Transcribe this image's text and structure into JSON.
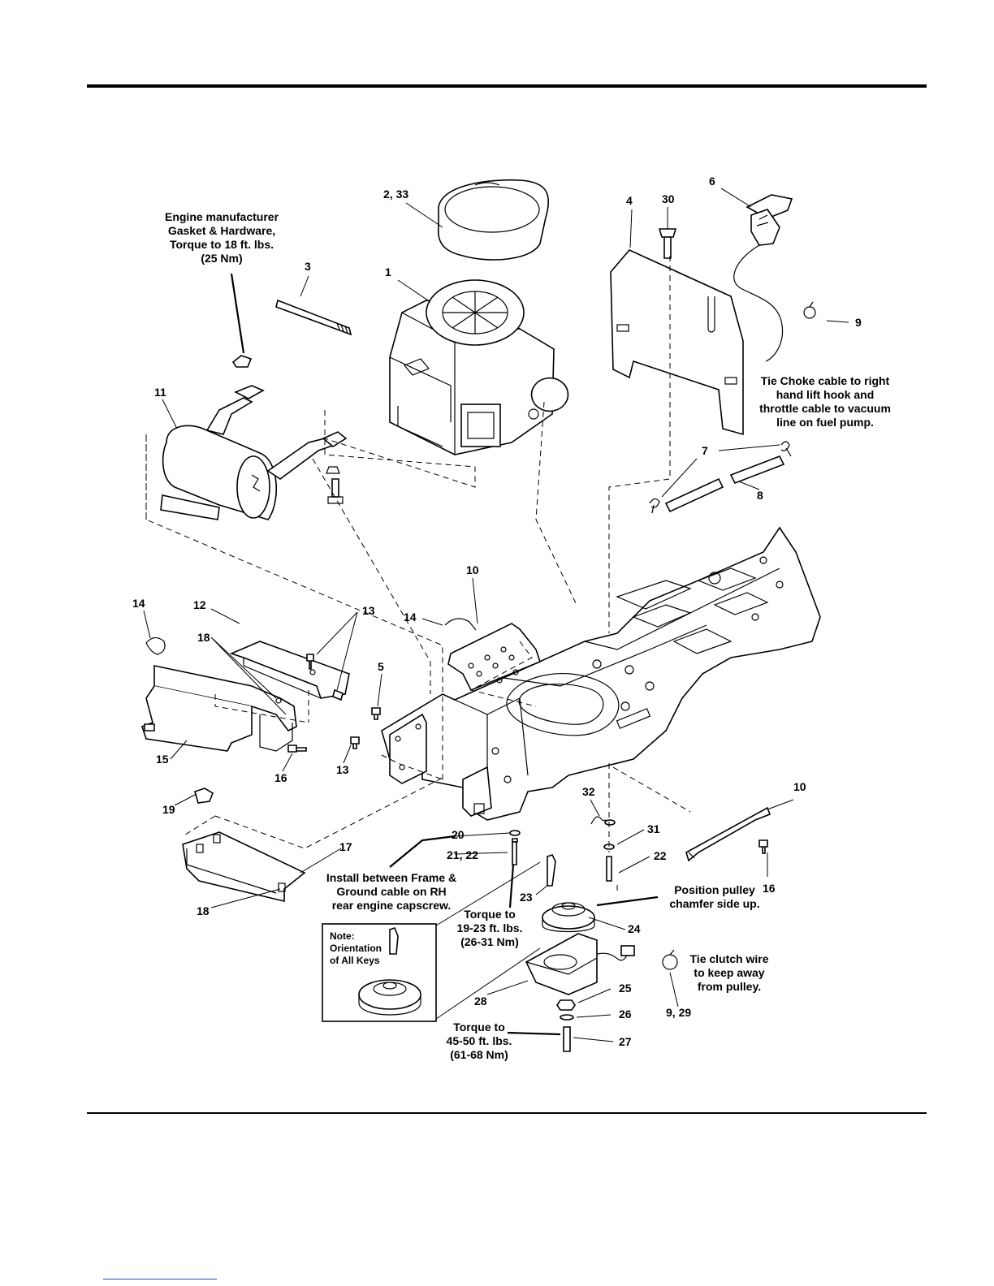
{
  "callouts": {
    "c_2_33": "2, 33",
    "c_1": "1",
    "c_3": "3",
    "c_4": "4",
    "c_30": "30",
    "c_6": "6",
    "c_9": "9",
    "c_11": "11",
    "c_7": "7",
    "c_8": "8",
    "c_10a": "10",
    "c_14a": "14",
    "c_14b": "14",
    "c_12": "12",
    "c_13a": "13",
    "c_18a": "18",
    "c_5": "5",
    "c_13b": "13",
    "c_15": "15",
    "c_16a": "16",
    "c_19": "19",
    "c_17": "17",
    "c_18b": "18",
    "c_20": "20",
    "c_21_22": "21, 22",
    "c_32": "32",
    "c_31": "31",
    "c_22": "22",
    "c_23": "23",
    "c_24": "24",
    "c_28": "28",
    "c_25": "25",
    "c_26": "26",
    "c_27": "27",
    "c_9_29": "9, 29",
    "c_10b": "10",
    "c_16b": "16"
  },
  "notes": {
    "engine_manufacturer": [
      "Engine manufacturer",
      "Gasket & Hardware,",
      "Torque to 18 ft. lbs.",
      "(25 Nm)"
    ],
    "tie_choke": [
      "Tie Choke cable to right",
      "hand lift hook and",
      "throttle cable to vacuum",
      "line on fuel pump."
    ],
    "install_between": [
      "Install between Frame &",
      "Ground cable on RH",
      "rear engine capscrew."
    ],
    "torque_19_23": [
      "Torque to",
      "19-23 ft. lbs.",
      "(26-31 Nm)"
    ],
    "position_pulley": [
      "Position pulley",
      "chamfer side up."
    ],
    "tie_clutch": [
      "Tie clutch wire",
      "to keep away",
      "from pulley."
    ],
    "torque_45_50": [
      "Torque to",
      "45-50 ft. lbs.",
      "(61-68 Nm)"
    ],
    "key_orientation": [
      "Note:",
      "Orientation",
      "of All Keys"
    ]
  }
}
